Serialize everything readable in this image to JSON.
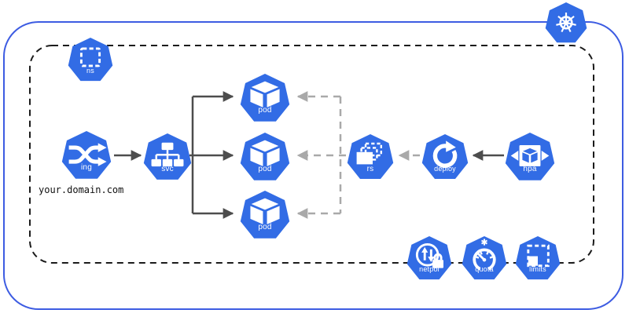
{
  "colors": {
    "kubernetes_blue": "#326CE5",
    "outer_border": "#3D5CE2",
    "namespace_border": "#1B1B1B",
    "solid_arrow": "#4D4D4D",
    "dashed_arrow": "#A9A9A9"
  },
  "domain_label": "your.domain.com",
  "icons": {
    "ns": {
      "label": "ns"
    },
    "ing": {
      "label": "ing"
    },
    "svc": {
      "label": "svc"
    },
    "pod": {
      "label": "pod"
    },
    "rs": {
      "label": "rs"
    },
    "deploy": {
      "label": "deploy"
    },
    "hpa": {
      "label": "hpa"
    },
    "netpol": {
      "label": "netpol"
    },
    "quota": {
      "label": "quota"
    },
    "limits": {
      "label": "limits"
    }
  },
  "connections": [
    {
      "from": "ing",
      "to": "svc",
      "style": "solid"
    },
    {
      "from": "svc",
      "to": "pod-1",
      "style": "solid"
    },
    {
      "from": "svc",
      "to": "pod-2",
      "style": "solid"
    },
    {
      "from": "svc",
      "to": "pod-3",
      "style": "solid"
    },
    {
      "from": "rs",
      "to": "pod-1",
      "style": "dashed"
    },
    {
      "from": "rs",
      "to": "pod-2",
      "style": "dashed"
    },
    {
      "from": "rs",
      "to": "pod-3",
      "style": "dashed"
    },
    {
      "from": "deploy",
      "to": "rs",
      "style": "dashed"
    },
    {
      "from": "hpa",
      "to": "deploy",
      "style": "solid"
    }
  ]
}
